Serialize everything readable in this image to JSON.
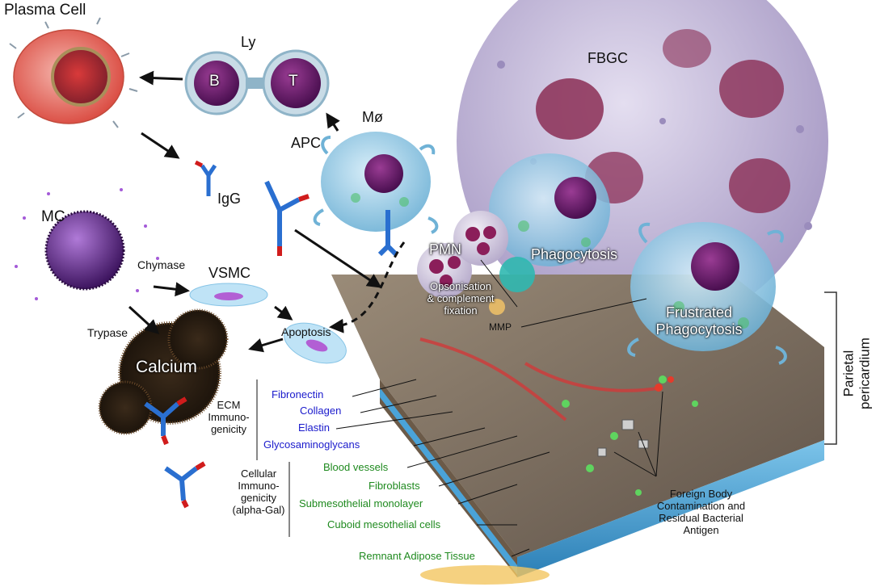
{
  "labels": {
    "plasma_cell": "Plasma Cell",
    "ly": "Ly",
    "b_cell": "B",
    "t_cell": "T",
    "fbgc": "FBGC",
    "macrophage": "Mø",
    "apc": "APC",
    "igg": "IgG",
    "mc": "MC",
    "chymase": "Chymase",
    "vsmc": "VSMC",
    "trypase": "Trypase",
    "apoptosis": "Apoptosis",
    "calcium": "Calcium",
    "pmn": "PMN",
    "phagocytosis": "Phagocytosis",
    "opsonisation_line1": "Opsonisation",
    "opsonisation_line2": "& complement",
    "opsonisation_line3": "fixation",
    "mmp": "MMP",
    "frustrated_line1": "Frustrated",
    "frustrated_line2": "Phagocytosis",
    "parietal_line1": "Parietal",
    "parietal_line2": "pericardium",
    "ecm_line1": "ECM",
    "ecm_line2": "Immuno-",
    "ecm_line3": "genicity",
    "cellular_line1": "Cellular",
    "cellular_line2": "Immuno-",
    "cellular_line3": "genicity",
    "cellular_line4": "(alpha-Gal)",
    "foreign_line1": "Foreign Body",
    "foreign_line2": "Contamination and",
    "foreign_line3": "Residual Bacterial",
    "foreign_line4": "Antigen"
  },
  "ecm_components": [
    "Fibronectin",
    "Collagen",
    "Elastin",
    "Glycosaminoglycans"
  ],
  "tissue_layers": [
    "Blood vessels",
    "Fibroblasts",
    "Submesothelial monolayer",
    "Cuboid mesothelial cells",
    "Remnant Adipose Tissue"
  ],
  "colors": {
    "ecm_text": "#1a1acc",
    "tissue_text": "#1f8a1f",
    "antibody_blue": "#2a6fd0",
    "antibody_red": "#d01c1c",
    "fbgc_fill": "#c9c0dc",
    "nucleus": "#5a1a5e",
    "plasma_cell": "#d9534f",
    "mast_cell": "#6b2a8f",
    "tissue_top": "#8a7a6a",
    "mesothelial_blue": "#4aa3d8"
  }
}
